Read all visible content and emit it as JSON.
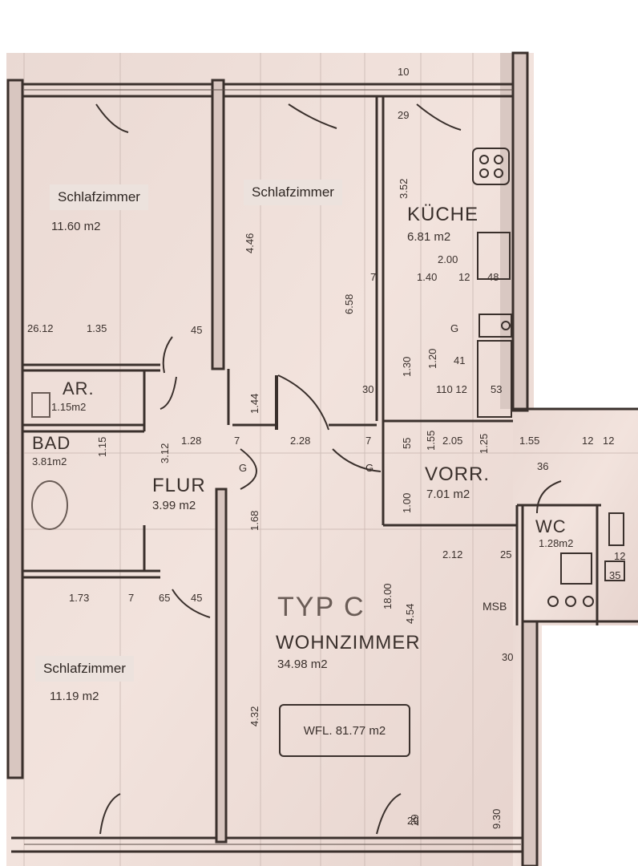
{
  "overlay_labels": {
    "bedroom_top_left": "Schlafzimmer",
    "bedroom_top_middle": "Schlafzimmer",
    "bedroom_bottom_left": "Schlafzimmer"
  },
  "rooms": {
    "bedroom_top_left_area": "11.60 m2",
    "bedroom_bottom_left_area": "11.19 m2",
    "kitchen_name": "KÜCHE",
    "kitchen_area": "6.81 m2",
    "storage_name": "AR.",
    "storage_area": "1.15m2",
    "bath_name": "BAD",
    "bath_area": "3.81m2",
    "hall_name": "FLUR",
    "hall_area": "3.99 m2",
    "foyer_name": "VORR.",
    "foyer_area": "7.01 m2",
    "wc_name": "WC",
    "wc_area": "1.28m2",
    "living_name": "WOHNZIMMER",
    "living_area": "34.98 m2",
    "type_label": "TYP C"
  },
  "total_area": "WFL. 81.77 m2",
  "meter_label": "MSB",
  "dimensions": {
    "d_2_00": "2.00",
    "d_1_40": "1.40",
    "d_12_a": "12",
    "d_48": "48",
    "d_7_a": "7",
    "d_26_12": "26.12",
    "d_1_35": "1.35",
    "d_45_a": "45",
    "d_1_28": "1.28",
    "d_7_b": "7",
    "d_2_28": "2.28",
    "d_7_c": "7",
    "d_2_05": "2.05",
    "d_1_55": "1.55",
    "d_12_b": "12",
    "d_36": "36",
    "d_30_a": "30",
    "d_110_12": "110 12",
    "d_53": "53",
    "d_41": "41",
    "d_g_1": "G",
    "d_g_2": "G",
    "d_g_3": "G",
    "d_2_12": "2.12",
    "d_25": "25",
    "d_1_73": "1.73",
    "d_7_65": "7",
    "d_65": "65",
    "d_45_b": "45",
    "d_30_b": "30",
    "d_10": "10",
    "d_29_a": "29",
    "d_29_b": "29",
    "d_12_c": "12",
    "d_35": "35",
    "d_1_12": "12"
  },
  "vertical_dimensions": {
    "v_3_52": "3.52",
    "v_4_46": "4.46",
    "v_6_58": "6.58",
    "v_1_30": "1.30",
    "v_1_20": "1.20",
    "v_1_44": "1.44",
    "v_3_12": "3.12",
    "v_1_15": "1.15",
    "v_1_68": "1.68",
    "v_55": "55",
    "v_1_55": "1.55",
    "v_1_25": "1.25",
    "v_1_00": "1.00",
    "v_18_00": "18.00",
    "v_4_54": "4.54",
    "v_4_32": "4.32",
    "v_9_30": "9.30",
    "v_29": "29"
  }
}
